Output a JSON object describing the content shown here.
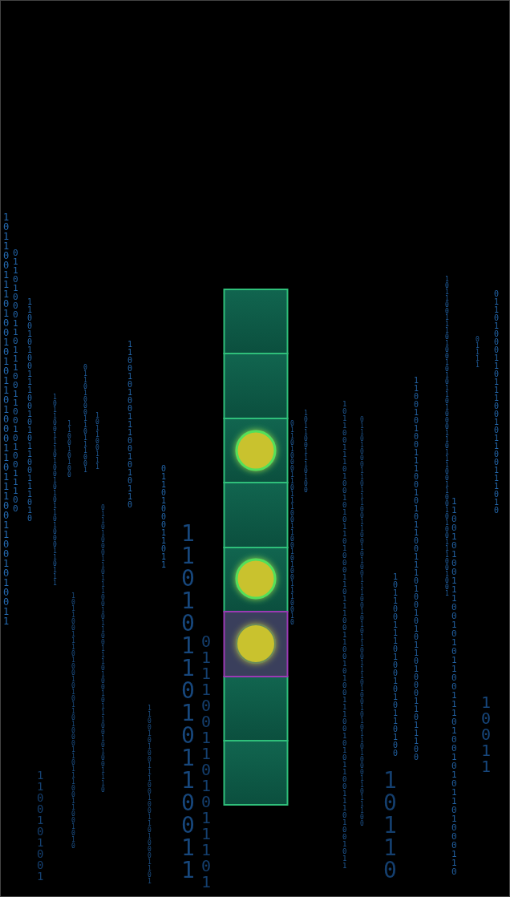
{
  "diagram": {
    "labels": [
      "1011001110100101011010001101110011001010011",
      "011010001101110011001010011100",
      "1100101001110010101100111010",
      "101100111010010101101000110111",
      "110010100",
      "01101000110111001",
      "101100111",
      "110010100111001010110",
      "0110100011011",
      "1101011010110011",
      "0111001101011101",
      "01101000110111001100101001110010",
      "1011001110100",
      "10110011101001010110100011011100110010100111001010110011101001011",
      "0110100011011100110010100111001010110011101001010110100011011100",
      "10110011101001010110100",
      "10110",
      "110010100111001010110011101001010110100011011100",
      "10110011101001010110100011011100110010100111001001",
      "01111",
      "0110100011011100101100111010",
      "10011",
      "1100101001110010101100111010010101101000110",
      "1100101001",
      "1011001110100101011010001101110011001010",
      "1100101001110010011010001101",
      "011010001101110010110011101001011100101001110"
    ]
  }
}
